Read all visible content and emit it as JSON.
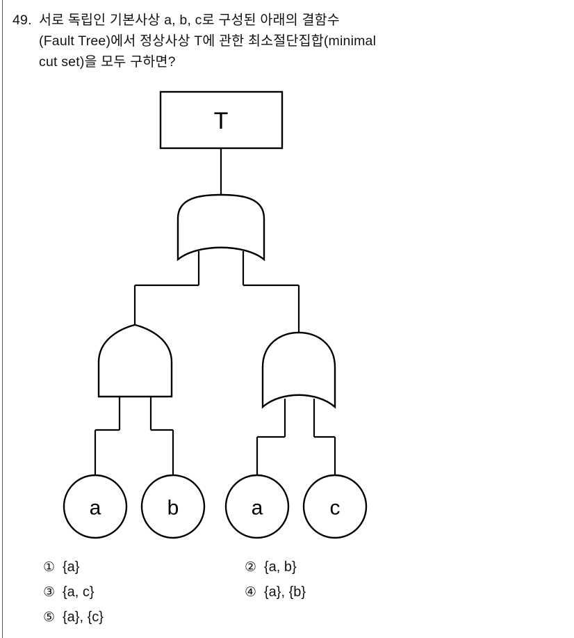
{
  "page": {
    "question_number": "49.",
    "question_lines": [
      "서로 독립인 기본사상 a, b, c로 구성된 아래의 결함수",
      "(Fault Tree)에서 정상사상 T에 관한 최소절단집합(minimal",
      "cut set)을 모두 구하면?"
    ]
  },
  "diagram": {
    "type": "fault-tree",
    "top_event": {
      "id": "T",
      "label": "T",
      "shape": "rectangle"
    },
    "gates": [
      {
        "id": "G1",
        "type": "OR",
        "shape": "or-gate",
        "parent": "T",
        "children": [
          "G2",
          "G3"
        ]
      },
      {
        "id": "G2",
        "type": "AND",
        "shape": "and-gate",
        "parent": "G1",
        "children": [
          "E1",
          "E2"
        ]
      },
      {
        "id": "G3",
        "type": "OR",
        "shape": "or-gate",
        "parent": "G1",
        "children": [
          "E3",
          "E4"
        ]
      }
    ],
    "basic_events": [
      {
        "id": "E1",
        "label": "a",
        "shape": "circle",
        "parent": "G2"
      },
      {
        "id": "E2",
        "label": "b",
        "shape": "circle",
        "parent": "G2"
      },
      {
        "id": "E3",
        "label": "a",
        "shape": "circle",
        "parent": "G3"
      },
      {
        "id": "E4",
        "label": "c",
        "shape": "circle",
        "parent": "G3"
      }
    ],
    "stroke_color": "#000000",
    "fill_color": "#ffffff"
  },
  "options": [
    {
      "marker": "①",
      "text": "{a}"
    },
    {
      "marker": "②",
      "text": "{a, b}"
    },
    {
      "marker": "③",
      "text": "{a, c}"
    },
    {
      "marker": "④",
      "text": "{a}, {b}"
    },
    {
      "marker": "⑤",
      "text": "{a}, {c}"
    }
  ]
}
